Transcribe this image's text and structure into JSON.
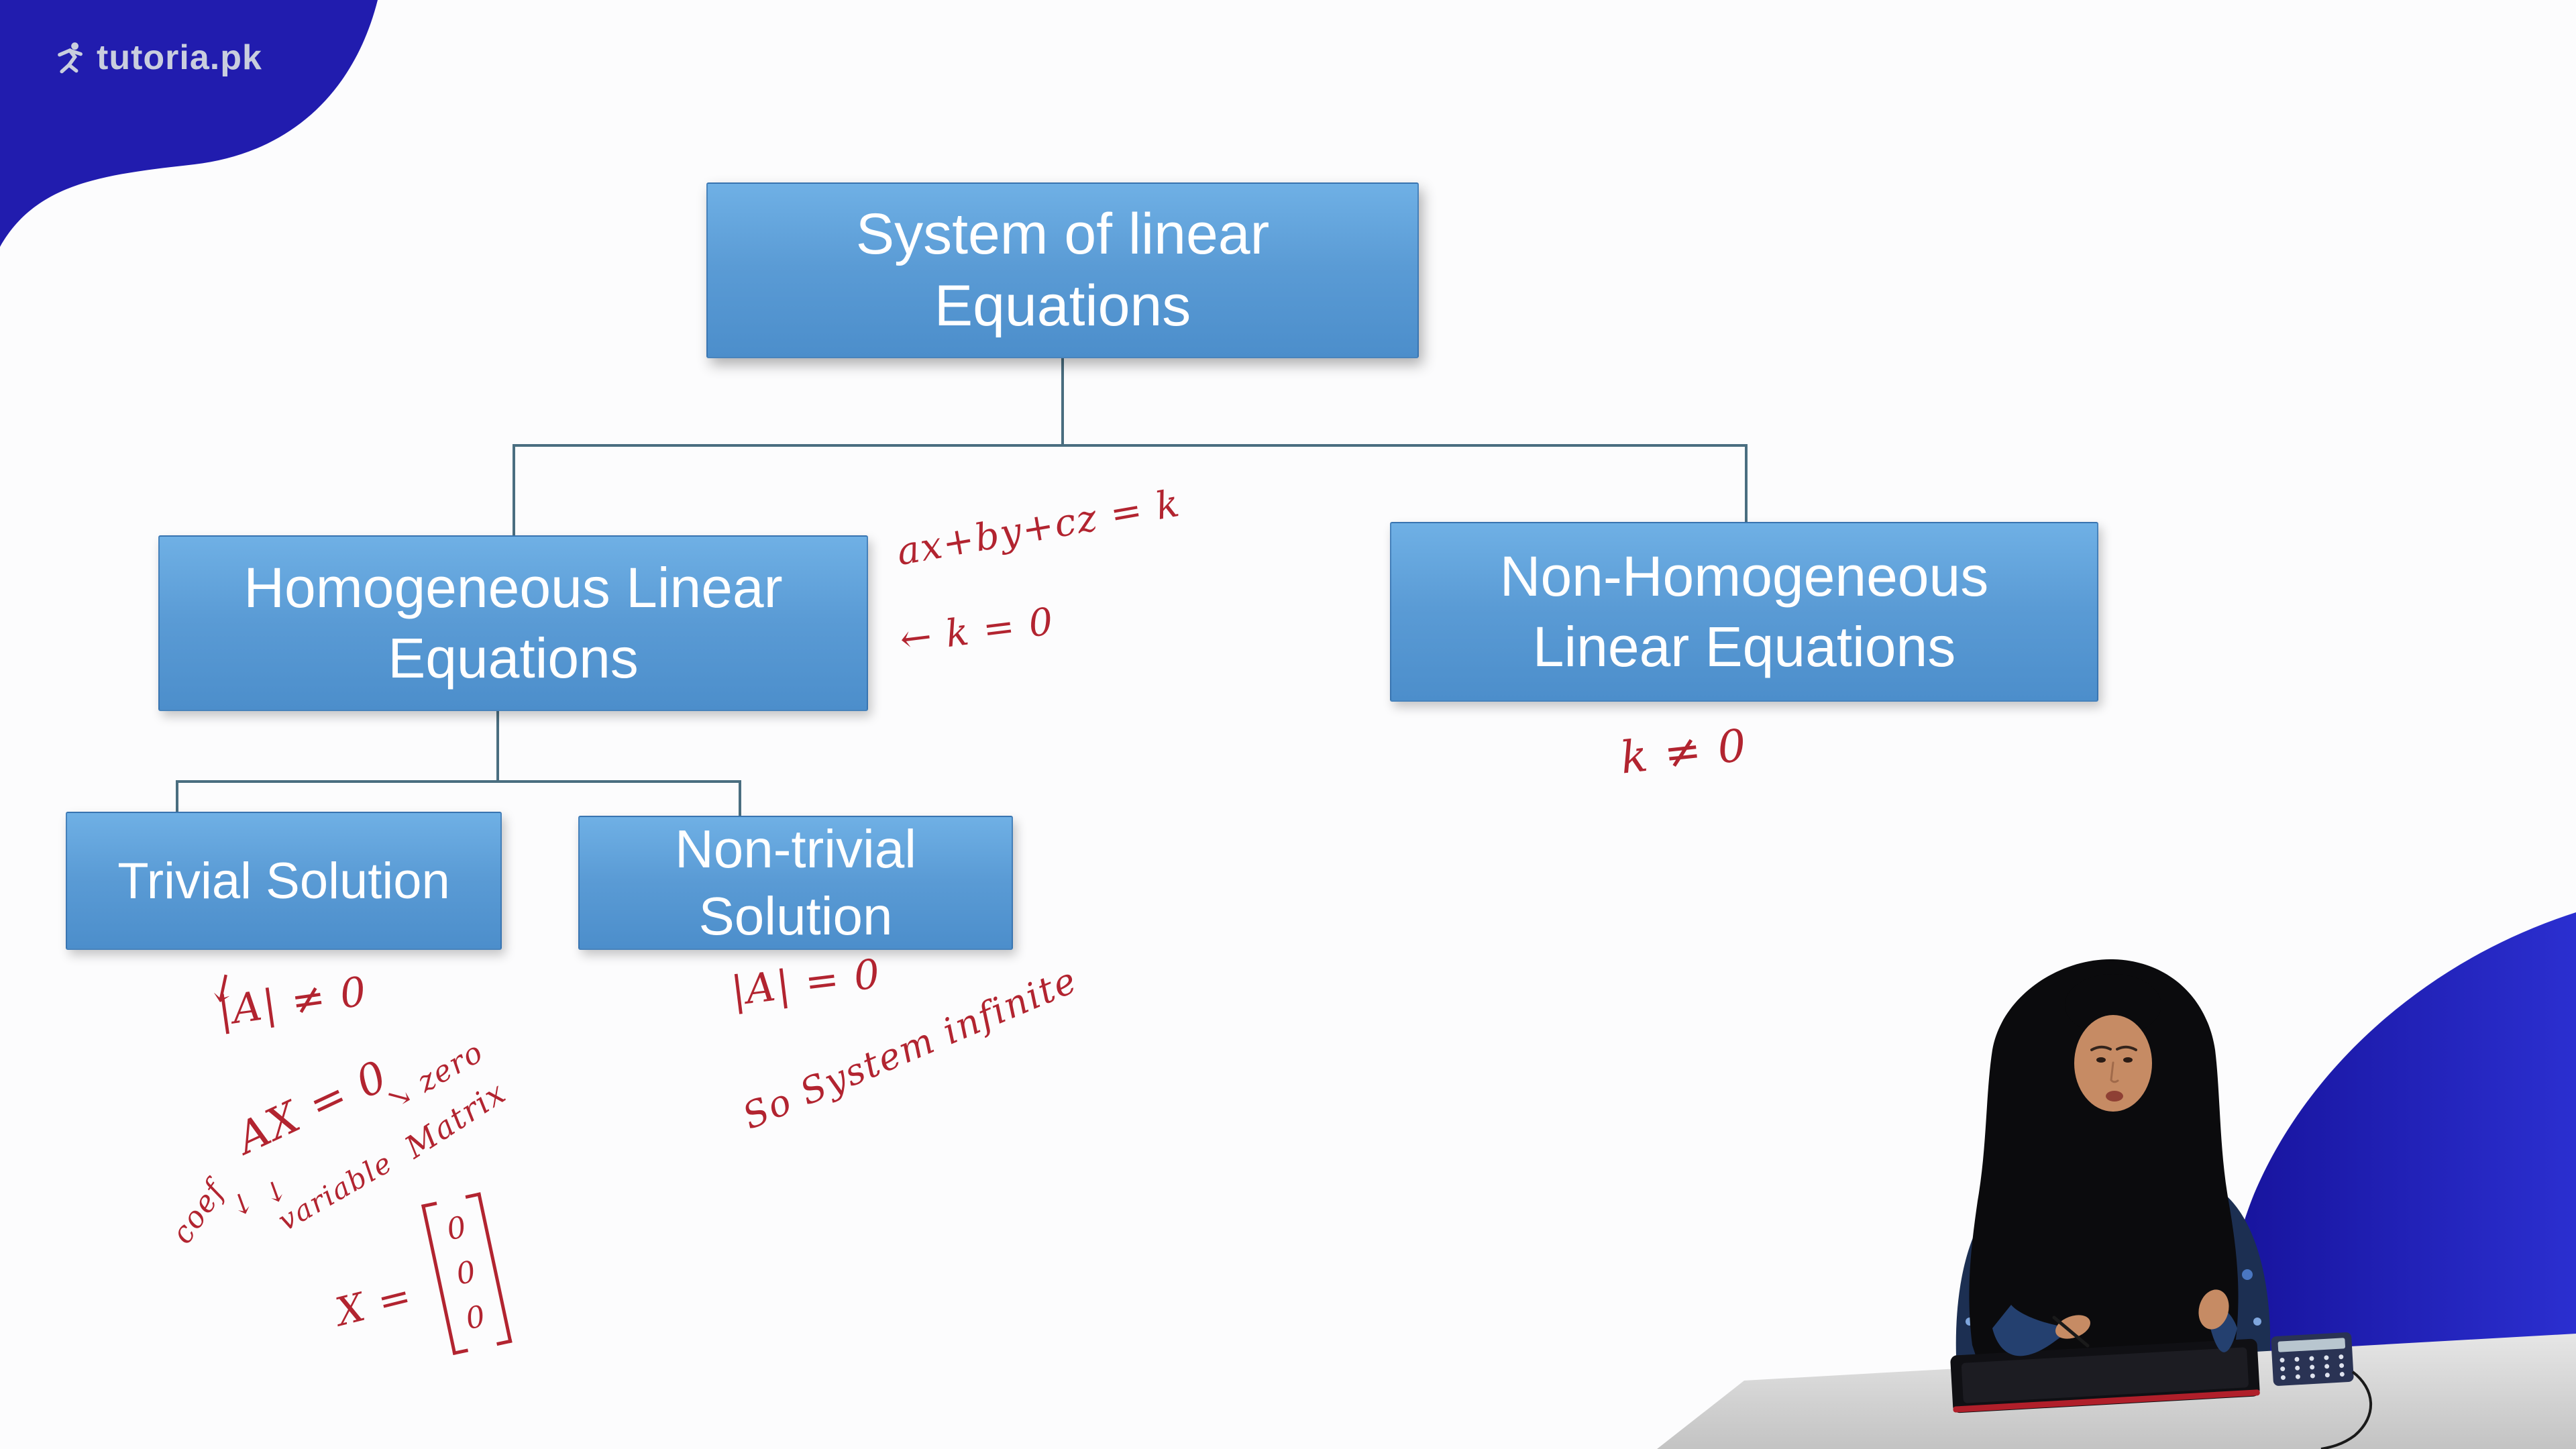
{
  "brand": {
    "logo_text": "tutoria.pk"
  },
  "icons": {
    "logo": "runner-icon"
  },
  "flowchart": {
    "root": "System of linear\nEquations",
    "homogeneous": "Homogeneous Linear\nEquations",
    "non_homogeneous": "Non-Homogeneous\nLinear Equations",
    "trivial": "Trivial Solution",
    "non_trivial": "Non-trivial\nSolution"
  },
  "annotations": {
    "general_equation": "ax+by+cz = k",
    "homogeneous_condition": "←  k = 0",
    "non_homogeneous_condition": "k ≠ 0",
    "trivial_arrow": "↓",
    "trivial_determinant": "|A| ≠ 0",
    "trivial_system": "AX = 0",
    "zero_label": "↘ zero",
    "matrix_label": "Matrix",
    "coef_arrows": "↓ ↓",
    "coef_label": "coef",
    "variable_label": "variable",
    "x_equals": "X =",
    "x_vector": "0\n0\n0",
    "nontrivial_determinant": "|A| = 0",
    "nontrivial_note": "So System infinite"
  },
  "theme": {
    "node-top": "#6fb0e5",
    "node-mid": "#5a9bd5",
    "node-bottom": "#4c8ecb",
    "node-text": "#ffffff",
    "connector": "#4a6e80",
    "ink": "#b22430",
    "blob-blue": "#211cae",
    "background": "#fcfcfd",
    "desk": "#d6d6d6",
    "logo-text": "#c9cede"
  }
}
